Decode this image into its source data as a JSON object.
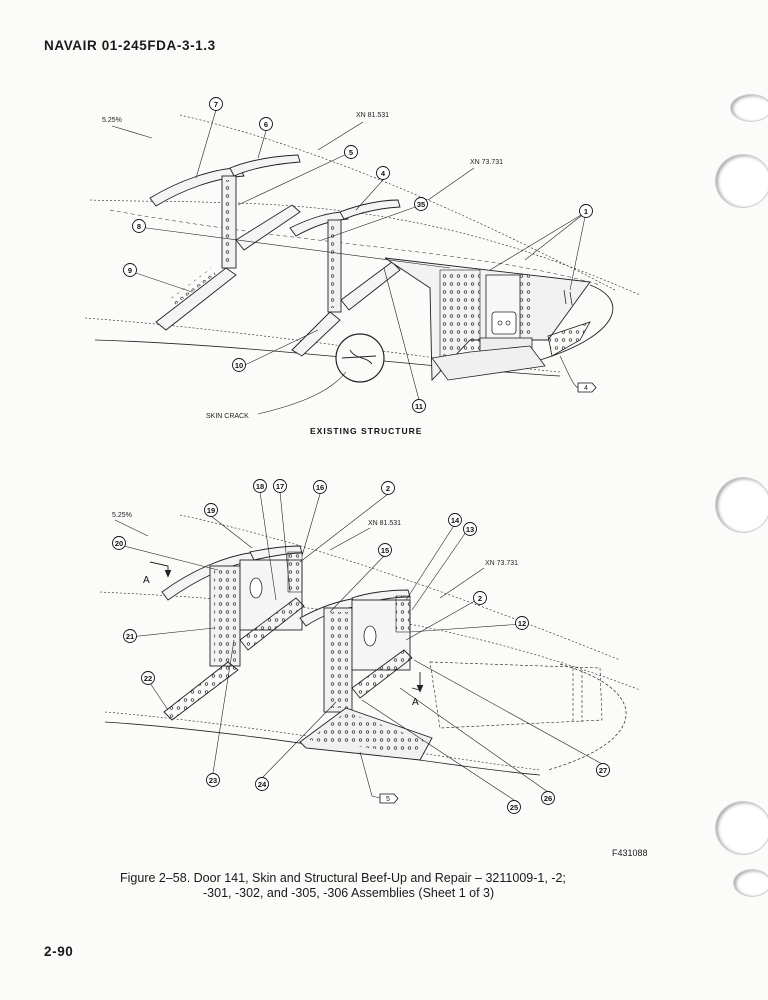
{
  "header": {
    "doc_number": "NAVAIR  01-245FDA-3-1.3"
  },
  "top_view": {
    "title": "EXISTING STRUCTURE",
    "labels": {
      "slope": "5.25%",
      "xn1": "XN 81.531",
      "xn2": "XN 73.731",
      "skin_crack": "SKIN CRACK"
    },
    "callouts": [
      "7",
      "6",
      "5",
      "4",
      "35",
      "1",
      "8",
      "9",
      "10",
      "11"
    ],
    "flag_note": "4"
  },
  "bottom_view": {
    "labels": {
      "slope": "5.25%",
      "xn1": "XN 81.531",
      "xn2": "XN 73.731",
      "section_a_left": "A",
      "section_a_right": "A"
    },
    "callouts": [
      "18",
      "17",
      "16",
      "2",
      "19",
      "20",
      "15",
      "14",
      "13",
      "2",
      "12",
      "21",
      "22",
      "23",
      "24",
      "25",
      "26",
      "27"
    ],
    "flag_note": "5"
  },
  "figure_id": "F431088",
  "caption": {
    "line1": "Figure 2–58.  Door 141, Skin and Structural Beef-Up and Repair – 3211009-1, -2;",
    "line2": "-301, -302, and  -305, -306 Assemblies (Sheet 1 of 3)"
  },
  "page_number": "2-90"
}
